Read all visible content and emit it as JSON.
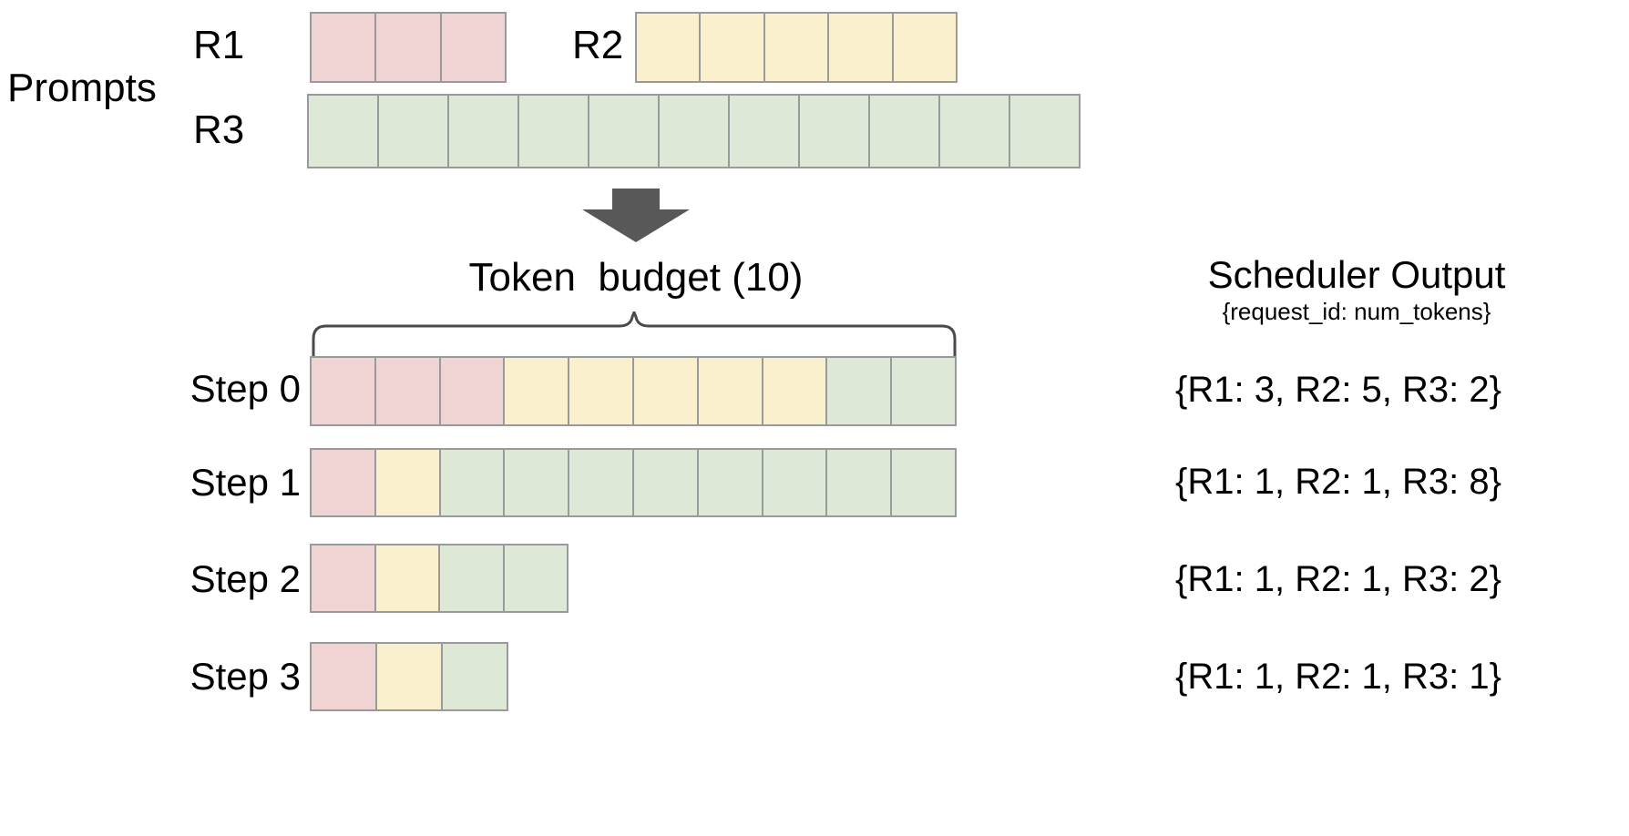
{
  "diagram": {
    "title_prompts": "Prompts",
    "arrow_icon": "down-arrow-icon",
    "brace_icon": "curly-brace-icon"
  },
  "prompts": {
    "label": "Prompts",
    "requests": [
      {
        "id": "R1",
        "label": "R1",
        "tokens": 3,
        "color_key": "r1"
      },
      {
        "id": "R2",
        "label": "R2",
        "tokens": 5,
        "color_key": "r2"
      },
      {
        "id": "R3",
        "label": "R3",
        "tokens": 11,
        "color_key": "r3"
      }
    ]
  },
  "budget": {
    "title": "Token  budget (10)",
    "value": 10
  },
  "scheduler": {
    "title": "Scheduler Output",
    "subtitle": "{request_id: num_tokens}"
  },
  "steps": [
    {
      "label": "Step 0",
      "segments": [
        {
          "request": "R1",
          "count": 3,
          "color_key": "r1"
        },
        {
          "request": "R2",
          "count": 5,
          "color_key": "r2"
        },
        {
          "request": "R3",
          "count": 2,
          "color_key": "r3"
        }
      ],
      "output": "{R1: 3, R2: 5, R3: 2}"
    },
    {
      "label": "Step 1",
      "segments": [
        {
          "request": "R1",
          "count": 1,
          "color_key": "r1"
        },
        {
          "request": "R2",
          "count": 1,
          "color_key": "r2"
        },
        {
          "request": "R3",
          "count": 8,
          "color_key": "r3"
        }
      ],
      "output": "{R1: 1, R2: 1, R3: 8}"
    },
    {
      "label": "Step 2",
      "segments": [
        {
          "request": "R1",
          "count": 1,
          "color_key": "r1"
        },
        {
          "request": "R2",
          "count": 1,
          "color_key": "r2"
        },
        {
          "request": "R3",
          "count": 2,
          "color_key": "r3"
        }
      ],
      "output": "{R1: 1, R2: 1, R3: 2}"
    },
    {
      "label": "Step 3",
      "segments": [
        {
          "request": "R1",
          "count": 1,
          "color_key": "r1"
        },
        {
          "request": "R2",
          "count": 1,
          "color_key": "r2"
        },
        {
          "request": "R3",
          "count": 1,
          "color_key": "r3"
        }
      ],
      "output": "{R1: 1, R2: 1, R3: 1}"
    }
  ],
  "colors": {
    "r1": "#f0d4d4",
    "r2": "#fbf0cd",
    "r3": "#dde9d6",
    "cell_border": "#9a9a9a",
    "arrow": "#585858",
    "text": "#000000",
    "background": "#ffffff"
  }
}
